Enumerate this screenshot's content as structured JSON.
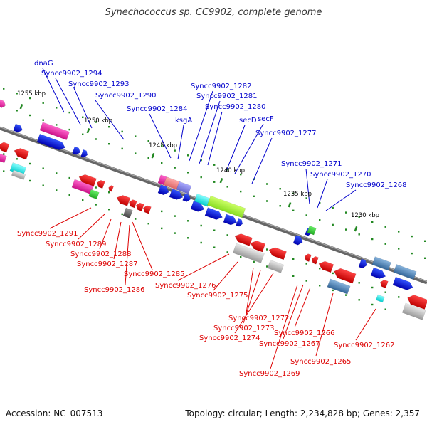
{
  "title": "Synechococcus sp. CC9902, complete genome",
  "footer": {
    "accession": "Accession: NC_007513",
    "topology": "Topology: circular; Length: 2,234,828 bp; Genes: 2,357"
  },
  "colors": {
    "backbone": "#777777",
    "forward_gene": "#0000cc",
    "reverse_gene": "#dd0000",
    "forward_label": "#0000cc",
    "reverse_label": "#dd0000",
    "tick": "#228822"
  },
  "ticks": [
    "1255 kbp",
    "1250 kbp",
    "1245 kbp",
    "1240 kbp",
    "1235 kbp",
    "1230 kbp"
  ],
  "forward_labels": [
    "dnaG",
    "Syncc9902_1294",
    "Syncc9902_1293",
    "Syncc9902_1290",
    "Syncc9902_1284",
    "ksgA",
    "Syncc9902_1282",
    "Syncc9902_1281",
    "Syncc9902_1280",
    "secD",
    "secF",
    "Syncc9902_1277",
    "Syncc9902_1271",
    "Syncc9902_1270",
    "Syncc9902_1268"
  ],
  "reverse_labels": [
    "Syncc9902_1291",
    "Syncc9902_1289",
    "Syncc9902_1288",
    "Syncc9902_1287",
    "Syncc9902_1286",
    "Syncc9902_1285",
    "Syncc9902_1276",
    "Syncc9902_1275",
    "Syncc9902_1272",
    "Syncc9902_1273",
    "Syncc9902_1274",
    "Syncc9902_1266",
    "Syncc9902_1267",
    "Syncc9902_1269",
    "Syncc9902_1265",
    "Syncc9902_1262"
  ]
}
